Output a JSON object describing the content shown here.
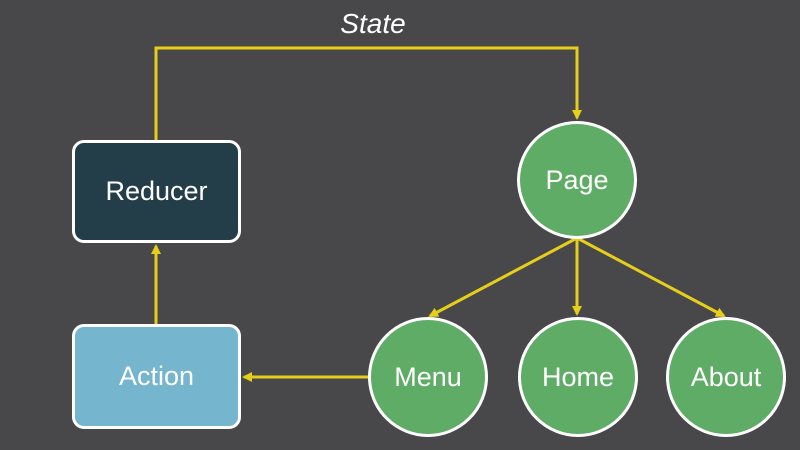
{
  "colors": {
    "background": "#484749",
    "arrow": "#e6cf1a",
    "reducer_fill": "#233d49",
    "action_fill": "#75b5cd",
    "component_fill": "#5fac66",
    "node_border": "#ffffff",
    "text": "#ffffff"
  },
  "edge_label": "State",
  "nodes": {
    "reducer": "Reducer",
    "action": "Action",
    "page": "Page",
    "menu": "Menu",
    "home": "Home",
    "about": "About"
  },
  "edges": [
    {
      "from": "reducer",
      "to": "page",
      "label": "State"
    },
    {
      "from": "page",
      "to": "menu"
    },
    {
      "from": "page",
      "to": "home"
    },
    {
      "from": "page",
      "to": "about"
    },
    {
      "from": "menu",
      "to": "action"
    },
    {
      "from": "action",
      "to": "reducer"
    }
  ]
}
